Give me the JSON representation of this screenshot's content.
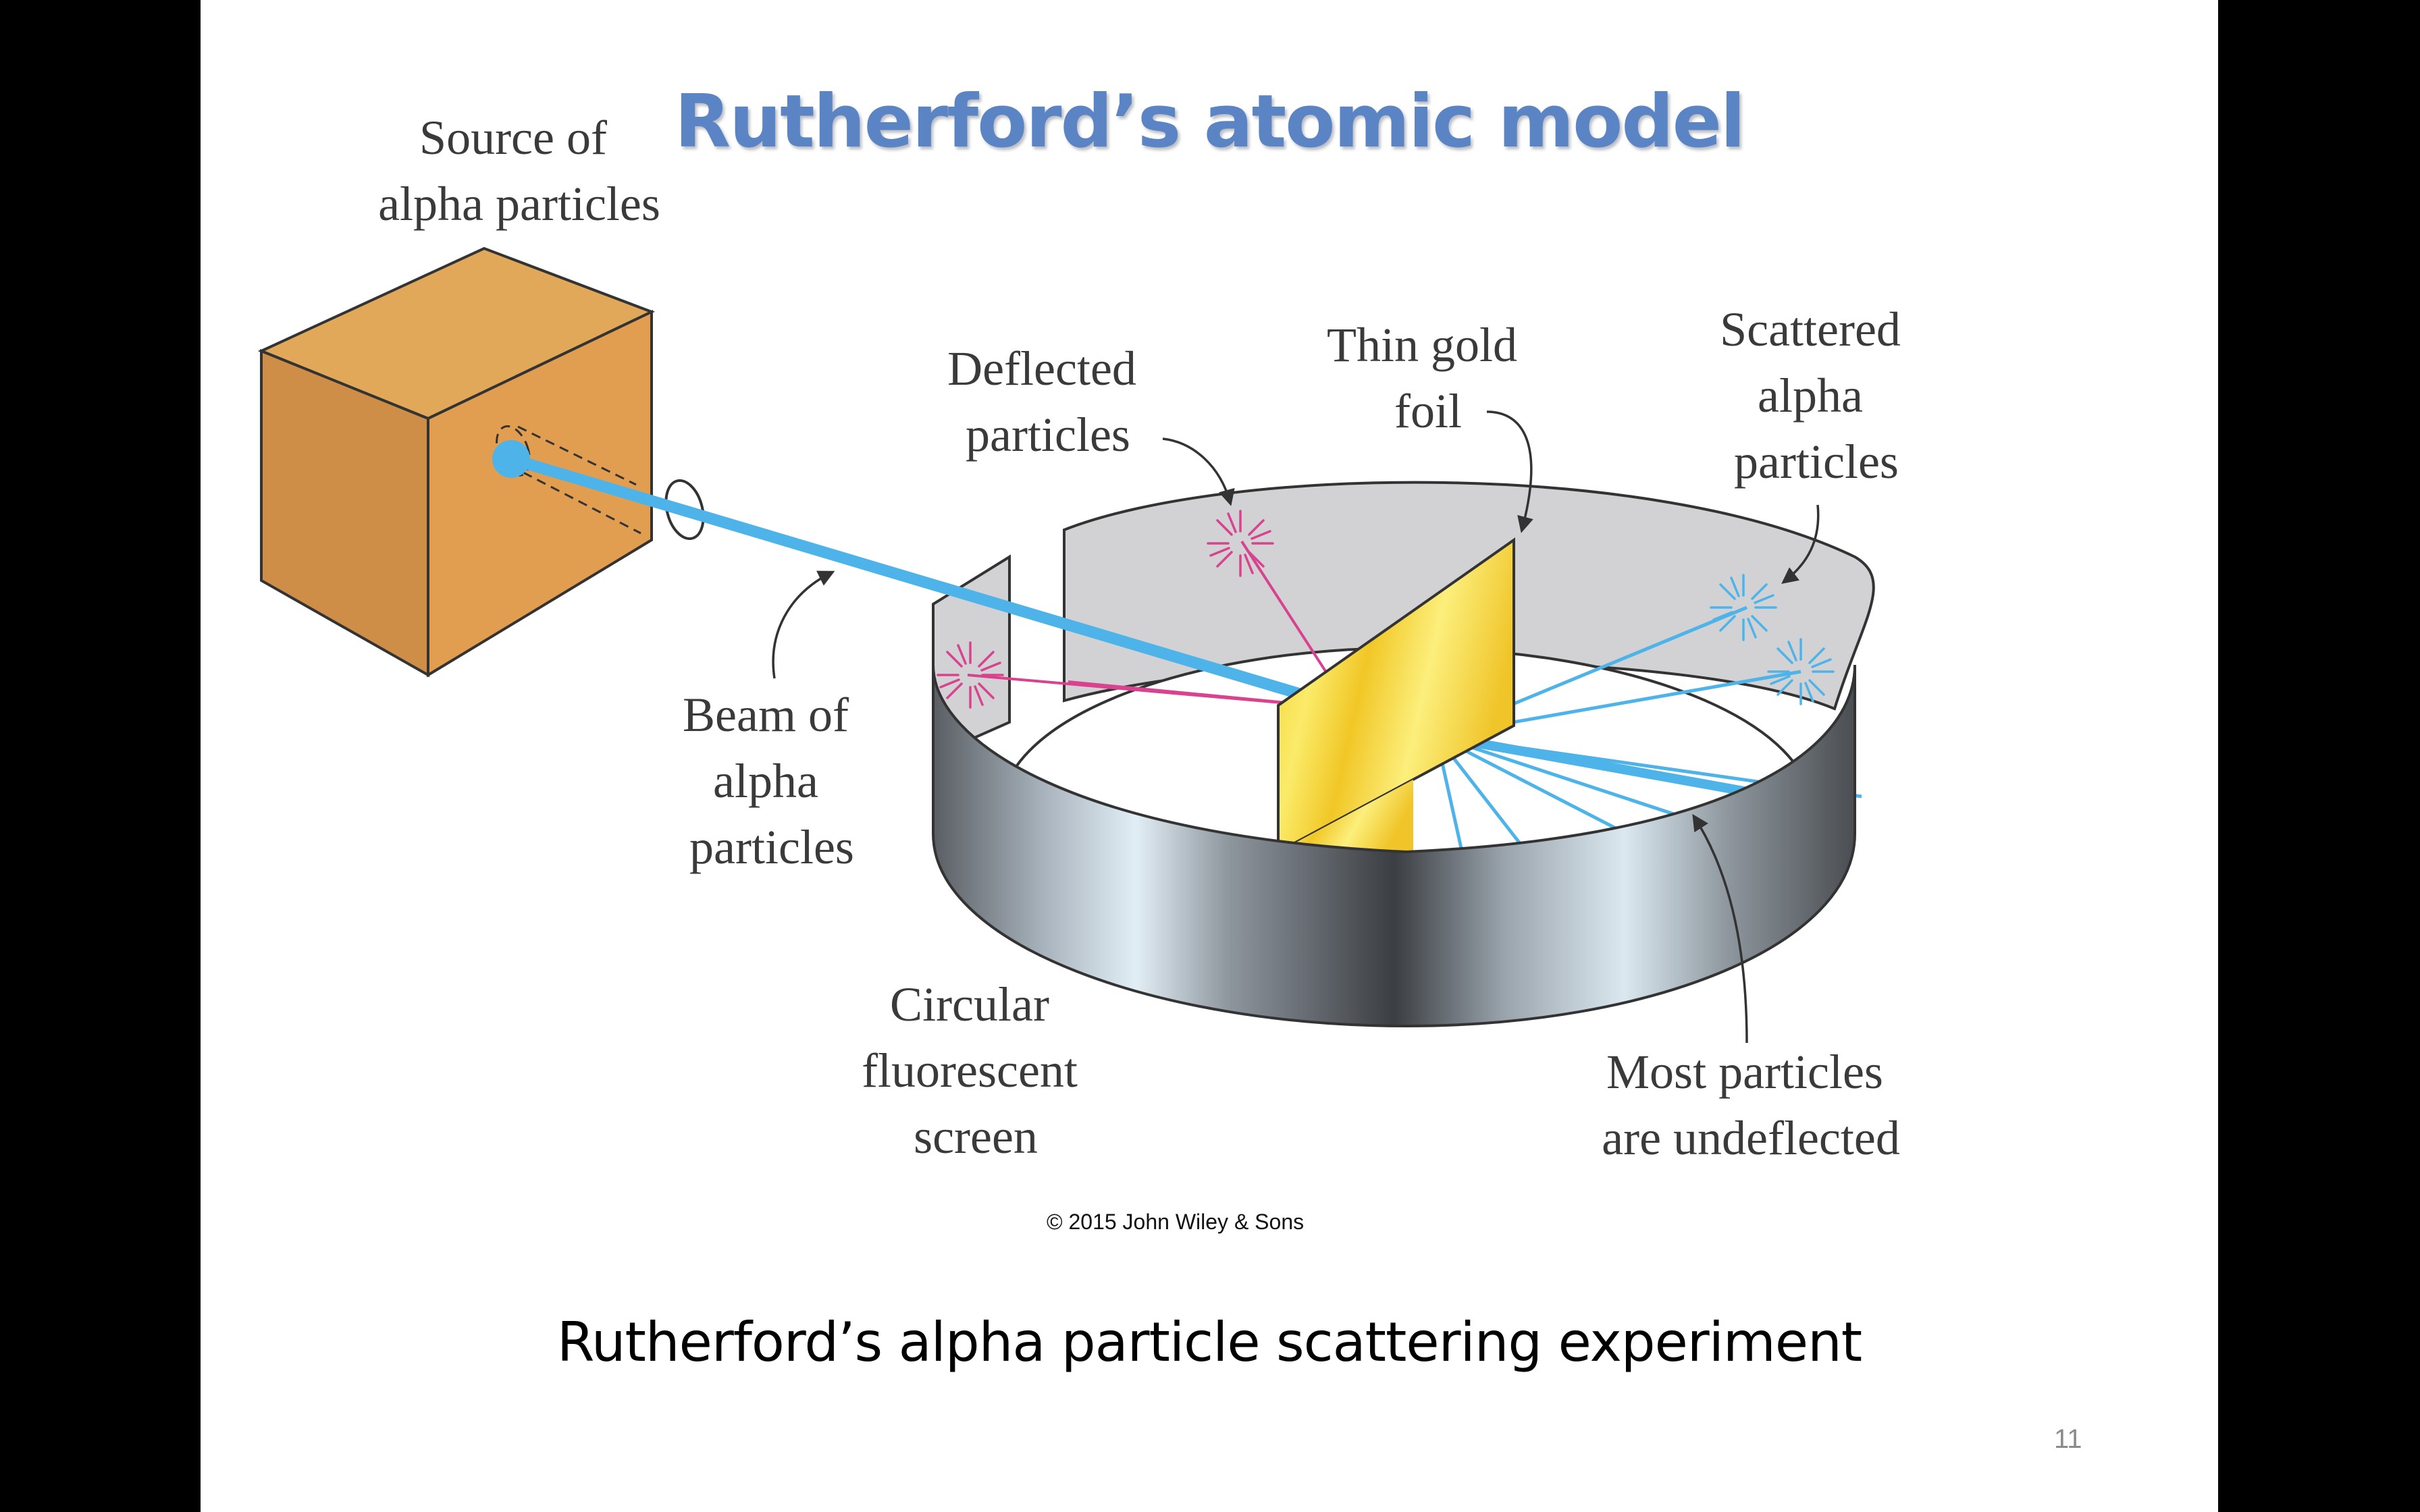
{
  "slide": {
    "title": "Rutherford’s atomic model",
    "caption": "Rutherford’s alpha particle scattering experiment",
    "slide_number": "11",
    "copyright": "© 2015 John Wiley & Sons"
  },
  "labels": {
    "source": [
      "Source of",
      "alpha particles"
    ],
    "deflected": [
      "Deflected",
      "particles"
    ],
    "foil": [
      "Thin gold",
      "foil"
    ],
    "scattered": [
      "Scattered",
      "alpha",
      "particles"
    ],
    "beam": [
      "Beam of",
      "alpha",
      "particles"
    ],
    "screen": [
      "Circular",
      "fluorescent",
      "screen"
    ],
    "undeflected": [
      "Most particles",
      "are undeflected"
    ]
  },
  "colors": {
    "title": "#5b84c4",
    "beam": "#4db3e8",
    "deflected": "#d8428f",
    "scattered": "#4db3e8",
    "source_box": "#dc9d4f",
    "gold_foil": "#f7dd3a"
  }
}
